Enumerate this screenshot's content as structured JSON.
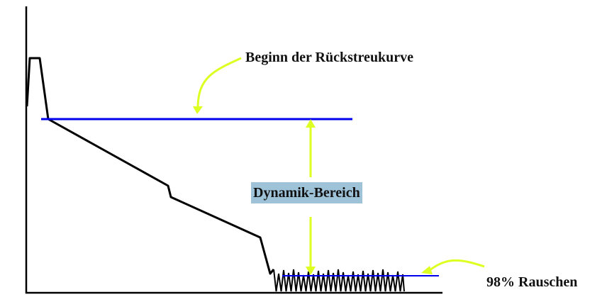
{
  "labels": {
    "backscatter_start": "Beginn der Rückstreukurve",
    "dynamic_range": "Dynamik-Bereich",
    "noise": "98% Rauschen"
  },
  "colors": {
    "trace": "#000000",
    "reference_lines": "#0000ee",
    "arrows": "#ddff22",
    "label_highlight": "#9ec3d9"
  }
}
